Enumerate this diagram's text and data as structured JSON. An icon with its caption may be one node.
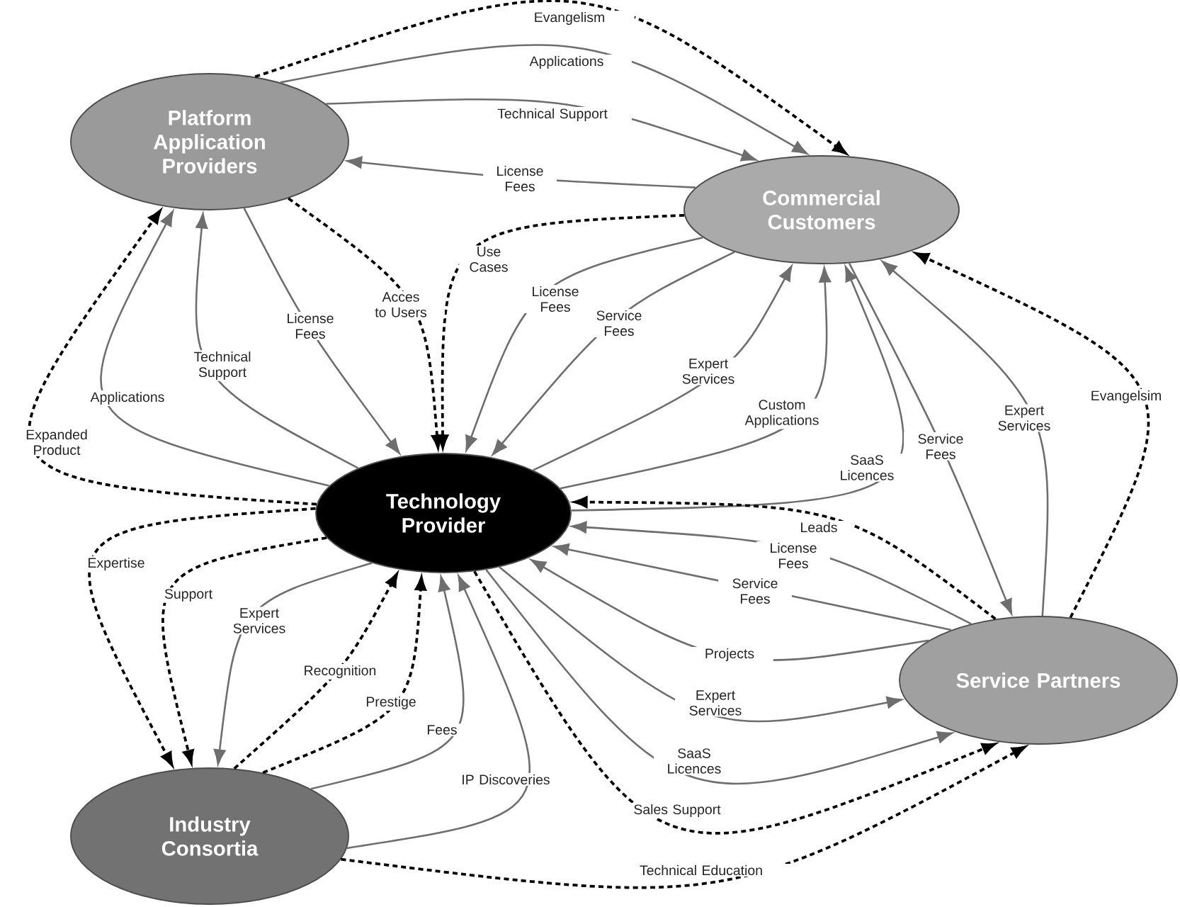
{
  "diagram": {
    "nodes": [
      {
        "text": [
          "Platform Application Providers"
        ]
      },
      {
        "text": [
          "Commercial Customers"
        ]
      },
      {
        "text": [
          "Technology Provider"
        ]
      },
      {
        "text": [
          "Service Partners"
        ]
      },
      {
        "text": [
          "Industry Consortia"
        ]
      }
    ],
    "edges": [
      {
        "from": 0,
        "to": 1,
        "arrow": "to",
        "label": "Evangelism",
        "style": "dashed",
        "color": "#000000"
      },
      {
        "from": 0,
        "to": 1,
        "arrow": "to",
        "label": "Applications"
      },
      {
        "from": 0,
        "to": 1,
        "arrow": "to",
        "label": "Technical Support"
      },
      {
        "from": 1,
        "to": 0,
        "arrow": "to",
        "label": "License Fees"
      },
      {
        "from": 2,
        "to": 0,
        "arrow": "to",
        "label": "Expanded Product",
        "style": "dashed",
        "color": "#000000"
      },
      {
        "from": 2,
        "to": 0,
        "arrow": "to",
        "label": "Applications"
      },
      {
        "from": 2,
        "to": 0,
        "arrow": "to",
        "label": "Technical Support"
      },
      {
        "from": 0,
        "to": 2,
        "arrow": "to",
        "label": "License Fees"
      },
      {
        "from": 0,
        "to": 2,
        "arrow": "to",
        "label": "Acces to Users",
        "style": "dashed",
        "color": "#000000"
      },
      {
        "from": 1,
        "to": 2,
        "arrow": "to",
        "label": "Use Cases",
        "style": "dashed",
        "color": "#000000"
      },
      {
        "from": 1,
        "to": 2,
        "arrow": "to",
        "label": "License Fees"
      },
      {
        "from": 1,
        "to": 2,
        "arrow": "to",
        "label": "Service Fees"
      },
      {
        "from": 2,
        "to": 1,
        "arrow": "to",
        "label": "Expert Services"
      },
      {
        "from": 2,
        "to": 1,
        "arrow": "to",
        "label": "Custom Applications"
      },
      {
        "from": 2,
        "to": 1,
        "arrow": "to",
        "label": "SaaS Licences"
      },
      {
        "from": 1,
        "to": 3,
        "arrow": "to",
        "label": "Service Fees"
      },
      {
        "from": 3,
        "to": 1,
        "arrow": "to",
        "label": "Expert Services"
      },
      {
        "from": 3,
        "to": 1,
        "arrow": "to",
        "label": "Evangelsim",
        "style": "dashed",
        "color": "#000000"
      },
      {
        "from": 3,
        "to": 2,
        "arrow": "to",
        "label": "Leads",
        "style": "dashed",
        "color": "#000000"
      },
      {
        "from": 3,
        "to": 2,
        "arrow": "to",
        "label": "License Fees"
      },
      {
        "from": 3,
        "to": 2,
        "arrow": "to",
        "label": "Service Fees"
      },
      {
        "from": 3,
        "to": 2,
        "arrow": "to",
        "label": "Projects"
      },
      {
        "from": 2,
        "to": 3,
        "arrow": "to",
        "label": "Expert Services"
      },
      {
        "from": 2,
        "to": 3,
        "arrow": "to",
        "label": "SaaS Licences"
      },
      {
        "from": 2,
        "to": 3,
        "arrow": "to",
        "label": "Sales Support",
        "style": "dashed",
        "color": "#000000"
      },
      {
        "from": 4,
        "to": 3,
        "arrow": "to",
        "label": "Technical Education",
        "style": "dashed",
        "color": "#000000"
      },
      {
        "from": 2,
        "to": 4,
        "arrow": "to",
        "label": "Expertise",
        "style": "dashed",
        "color": "#000000"
      },
      {
        "from": 2,
        "to": 4,
        "arrow": "to",
        "label": "Support",
        "style": "dashed",
        "color": "#000000"
      },
      {
        "from": 2,
        "to": 4,
        "arrow": "to",
        "label": "Expert Services"
      },
      {
        "from": 4,
        "to": 2,
        "arrow": "to",
        "label": "Recognition",
        "style": "dashed",
        "color": "#000000"
      },
      {
        "from": 4,
        "to": 2,
        "arrow": "to",
        "label": "Prestige",
        "style": "dashed",
        "color": "#000000"
      },
      {
        "from": 4,
        "to": 2,
        "arrow": "to",
        "label": "Fees"
      },
      {
        "from": 4,
        "to": 2,
        "arrow": "to",
        "label": "IP Discoveries"
      }
    ]
  }
}
